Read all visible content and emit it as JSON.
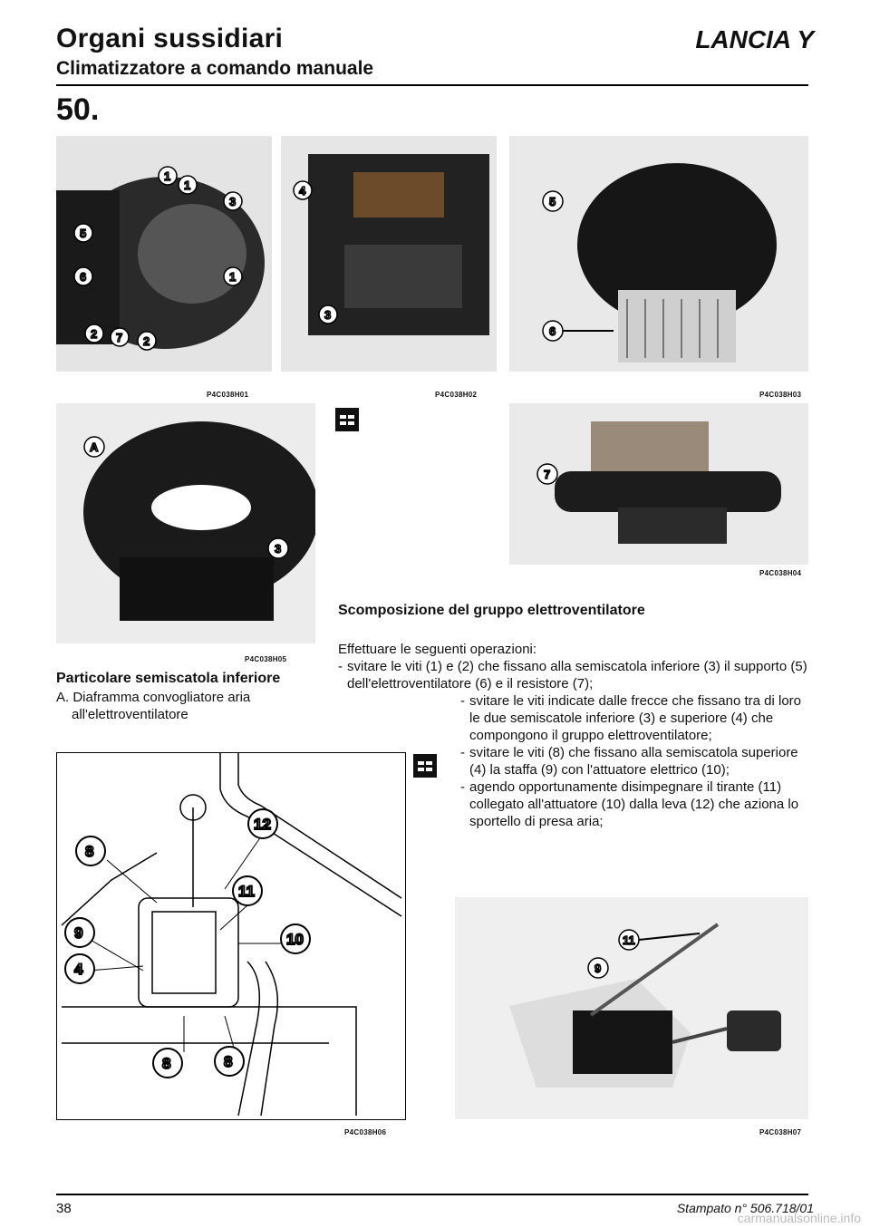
{
  "header": {
    "title": "Organi sussidiari",
    "subtitle": "Climatizzatore a comando manuale",
    "brand": "LANCIA Y",
    "section_number": "50."
  },
  "figures": [
    {
      "code": "P4C038H01",
      "callouts": [
        "1",
        "1",
        "3",
        "5",
        "6",
        "1",
        "2",
        "7",
        "2"
      ]
    },
    {
      "code": "P4C038H02",
      "callouts": [
        "4",
        "3"
      ]
    },
    {
      "code": "P4C038H03",
      "callouts": [
        "5",
        "6"
      ]
    },
    {
      "code": "P4C038H04",
      "callouts": [
        "7"
      ]
    },
    {
      "code": "P4C038H05",
      "callouts": [
        "A",
        "3"
      ]
    },
    {
      "code": "P4C038H06",
      "callouts": [
        "8",
        "12",
        "11",
        "9",
        "10",
        "4",
        "8",
        "8"
      ]
    },
    {
      "code": "P4C038H07",
      "callouts": [
        "11",
        "9"
      ]
    }
  ],
  "caption_h05": {
    "heading": "Particolare semiscatola inferiore",
    "item_a": "A. Diaframma convogliatore aria",
    "item_a_cont": "all'elettroventilatore"
  },
  "procedure": {
    "heading": "Scomposizione del gruppo elettroventilatore",
    "intro": "Effettuare le seguenti operazioni:",
    "step1": "svitare le viti (1) e (2) che fissano alla semiscatola inferiore (3) il supporto (5) dell'elettroventilatore (6) e il resistore (7);",
    "step2": "svitare le viti indicate dalle frecce che fissano tra di loro le due semiscatole inferiore (3) e superiore (4) che compongono il gruppo elettroventilatore;",
    "step3": "svitare le viti (8) che fissano alla semiscatola superiore (4) la staffa (9) con l'attuatore elettrico (10);",
    "step4": "agendo opportunamente disimpegnare il tirante (11) collegato all'attuatore (10) dalla leva (12) che aziona lo sportello di presa aria;"
  },
  "footer": {
    "page": "38",
    "stamp": "Stampato n° 506.718/01",
    "watermark": "carmanualsonline.info"
  }
}
